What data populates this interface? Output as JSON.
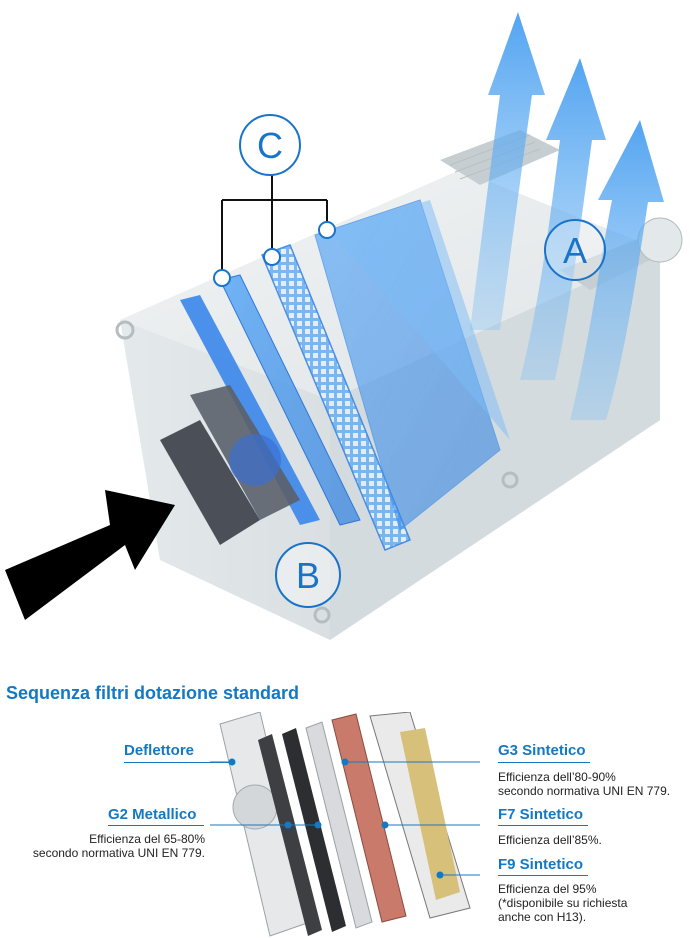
{
  "diagram": {
    "markers": {
      "a": "A",
      "b": "B",
      "c": "C"
    }
  },
  "section_title": "Sequenza filtri dotazione standard",
  "filters": [
    {
      "id": "deflettore",
      "label": "Deflettore",
      "description": ""
    },
    {
      "id": "g2",
      "label": "G2 Metallico",
      "description_lines": [
        "Efficienza del 65-80%",
        "secondo normativa UNI EN 779."
      ]
    },
    {
      "id": "g3",
      "label": "G3 Sintetico",
      "description_lines": [
        "Efficienza dell’80-90%",
        "secondo normativa UNI EN 779."
      ]
    },
    {
      "id": "f7",
      "label": "F7 Sintetico",
      "description_lines": [
        "Efficienza dell’85%."
      ]
    },
    {
      "id": "f9",
      "label": "F9 Sintetico",
      "description_lines": [
        "Efficienza del 95%",
        "(*disponibile su richiesta",
        "anche con H13)."
      ]
    }
  ],
  "colors": {
    "accent": "#1479c4",
    "filter_blue": "#3a8ee8",
    "arrow_blue": "#5aaaf0",
    "inlet_arrow": "#000000"
  }
}
